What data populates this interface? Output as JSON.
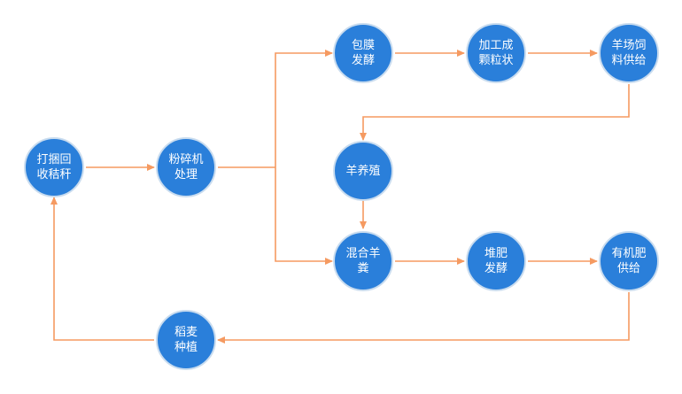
{
  "colors": {
    "node_fill": "#2a7fda",
    "node_border": "#c9dcef",
    "edge": "#f59a61",
    "label": "#ffffff"
  },
  "nodes": {
    "straw_baling": {
      "line1": "打捆回",
      "line2": "收秸秆"
    },
    "crusher": {
      "line1": "粉碎机",
      "line2": "处理"
    },
    "silage": {
      "line1": "包膜",
      "line2": "发酵"
    },
    "pelleting": {
      "line1": "加工成",
      "line2": "颗粒状"
    },
    "sheep_feed": {
      "line1": "羊场饲",
      "line2": "料供给"
    },
    "sheep_breeding": {
      "line1": "羊养殖",
      "line2": ""
    },
    "mix_manure": {
      "line1": "混合羊",
      "line2": "粪"
    },
    "compost": {
      "line1": "堆肥",
      "line2": "发酵"
    },
    "fertilizer": {
      "line1": "有机肥",
      "line2": "供给"
    },
    "planting": {
      "line1": "稻麦",
      "line2": "种植"
    }
  },
  "edges": [
    [
      "straw_baling",
      "crusher"
    ],
    [
      "crusher",
      "silage"
    ],
    [
      "crusher",
      "mix_manure"
    ],
    [
      "silage",
      "pelleting"
    ],
    [
      "pelleting",
      "sheep_feed"
    ],
    [
      "sheep_feed",
      "sheep_breeding"
    ],
    [
      "sheep_breeding",
      "mix_manure"
    ],
    [
      "mix_manure",
      "compost"
    ],
    [
      "compost",
      "fertilizer"
    ],
    [
      "fertilizer",
      "planting"
    ],
    [
      "planting",
      "straw_baling"
    ]
  ]
}
